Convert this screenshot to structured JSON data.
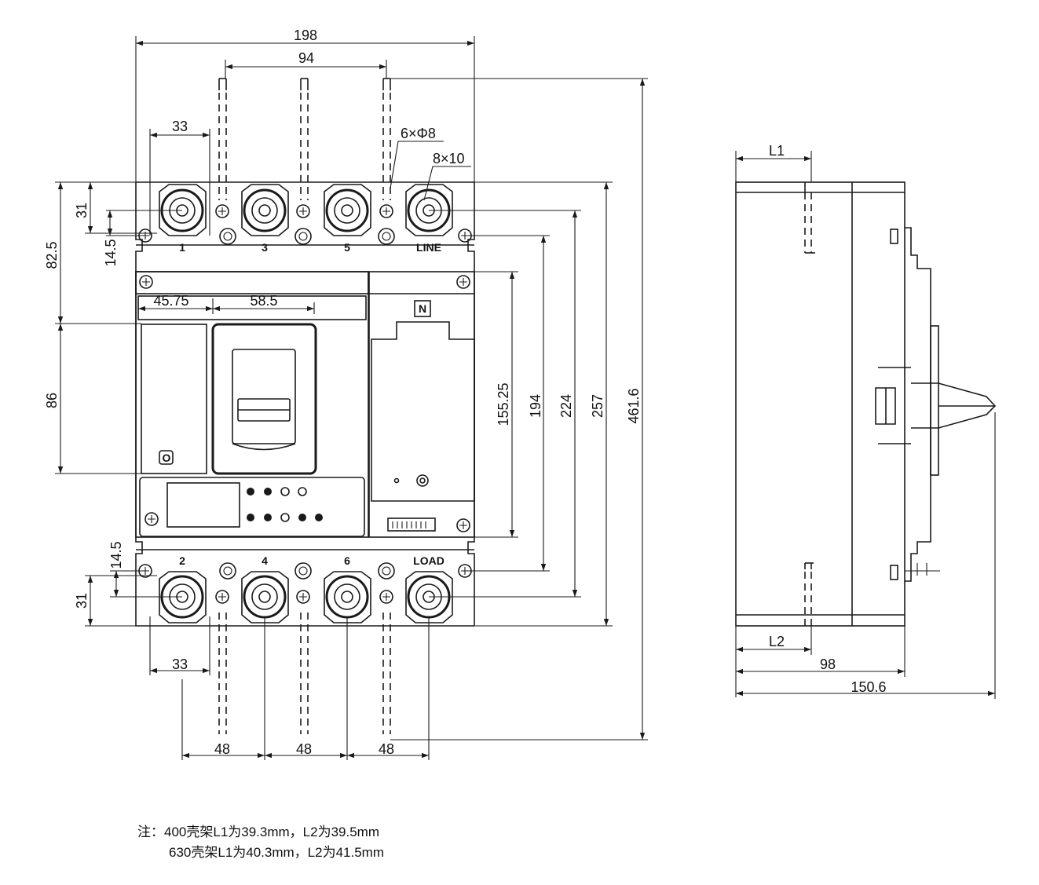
{
  "front_dims": {
    "width_total": "198",
    "pole_span": "94",
    "top_terminal_width": "33",
    "hole_spec": "6×Φ8",
    "slot_spec": "8×10",
    "left_31_top": "31",
    "left_14_5_top": "14.5",
    "left_82_5": "82.5",
    "left_86": "86",
    "left_14_5_bottom": "14.5",
    "left_31_bottom": "31",
    "inner_45_75": "45.75",
    "inner_58_5": "58.5",
    "right_155_25": "155.25",
    "right_194": "194",
    "right_224": "224",
    "right_257": "257",
    "right_461_6": "461.6",
    "bottom_terminal_width": "33",
    "pitch_1": "48",
    "pitch_2": "48",
    "pitch_3": "48"
  },
  "terminal_labels": {
    "top": [
      "1",
      "3",
      "5",
      "LINE"
    ],
    "bottom": [
      "2",
      "4",
      "6",
      "LOAD"
    ]
  },
  "panel_labels": {
    "neutral": "N",
    "trip_indicator": "O"
  },
  "side_dims": {
    "l1": "L1",
    "l2": "L2",
    "depth_body": "98",
    "depth_total": "150.6"
  },
  "notes": {
    "line1": "注：400壳架L1为39.3mm，L2为39.5mm",
    "line2": "630壳架L1为40.3mm，L2为41.5mm"
  }
}
